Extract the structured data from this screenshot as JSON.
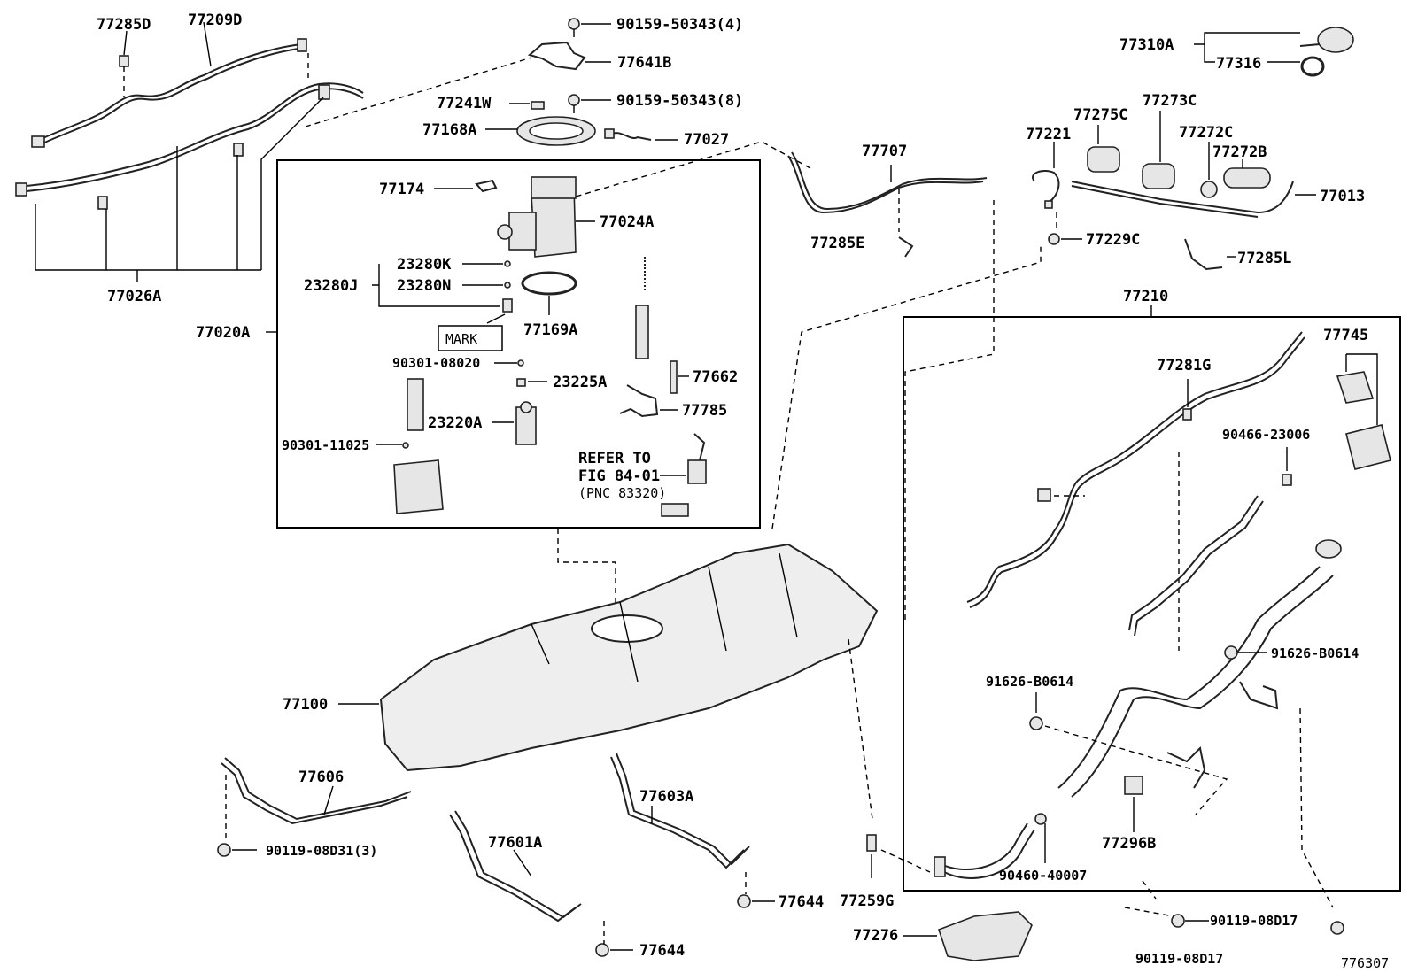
{
  "diagram_id": "776307",
  "mark_label": "MARK",
  "refer_note": [
    "REFER TO",
    "FIG 84-01",
    "(PNC 83320)"
  ],
  "parts": [
    {
      "id": "p1",
      "code": "77285D"
    },
    {
      "id": "p2",
      "code": "77209D"
    },
    {
      "id": "p3",
      "code": "77026A"
    },
    {
      "id": "p4",
      "code": "90159-50343(4)"
    },
    {
      "id": "p5",
      "code": "77641B"
    },
    {
      "id": "p6",
      "code": "77241W"
    },
    {
      "id": "p7",
      "code": "90159-50343(8)"
    },
    {
      "id": "p8",
      "code": "77168A"
    },
    {
      "id": "p9",
      "code": "77027"
    },
    {
      "id": "p10",
      "code": "77174"
    },
    {
      "id": "p11",
      "code": "77024A"
    },
    {
      "id": "p12",
      "code": "23280K"
    },
    {
      "id": "p13",
      "code": "23280J"
    },
    {
      "id": "p14",
      "code": "23280N"
    },
    {
      "id": "p15",
      "code": "77169A"
    },
    {
      "id": "p16",
      "code": "77020A"
    },
    {
      "id": "p17",
      "code": "90301-08020"
    },
    {
      "id": "p18",
      "code": "23225A"
    },
    {
      "id": "p19",
      "code": "77662"
    },
    {
      "id": "p20",
      "code": "77785"
    },
    {
      "id": "p21",
      "code": "23220A"
    },
    {
      "id": "p22",
      "code": "90301-11025"
    },
    {
      "id": "p23",
      "code": "77707"
    },
    {
      "id": "p24",
      "code": "77285E"
    },
    {
      "id": "p25",
      "code": "77310A"
    },
    {
      "id": "p26",
      "code": "77316"
    },
    {
      "id": "p27",
      "code": "77275C"
    },
    {
      "id": "p28",
      "code": "77273C"
    },
    {
      "id": "p29",
      "code": "77221"
    },
    {
      "id": "p30",
      "code": "77272C"
    },
    {
      "id": "p31",
      "code": "77272B"
    },
    {
      "id": "p32",
      "code": "77013"
    },
    {
      "id": "p33",
      "code": "77229C"
    },
    {
      "id": "p34",
      "code": "77285L"
    },
    {
      "id": "p35",
      "code": "77210"
    },
    {
      "id": "p36",
      "code": "77745"
    },
    {
      "id": "p37",
      "code": "77281G"
    },
    {
      "id": "p38",
      "code": "90466-23006"
    },
    {
      "id": "p39",
      "code": "91626-B0614"
    },
    {
      "id": "p40",
      "code": "91626-B0614"
    },
    {
      "id": "p41",
      "code": "77296B"
    },
    {
      "id": "p42",
      "code": "90460-40007"
    },
    {
      "id": "p43",
      "code": "77100"
    },
    {
      "id": "p44",
      "code": "77606"
    },
    {
      "id": "p45",
      "code": "90119-08D31(3)"
    },
    {
      "id": "p46",
      "code": "77603A"
    },
    {
      "id": "p47",
      "code": "77601A"
    },
    {
      "id": "p48",
      "code": "77644"
    },
    {
      "id": "p49",
      "code": "77644"
    },
    {
      "id": "p50",
      "code": "77259G"
    },
    {
      "id": "p51",
      "code": "77276"
    },
    {
      "id": "p52",
      "code": "90119-08D17"
    },
    {
      "id": "p53",
      "code": "90119-08D17"
    }
  ]
}
